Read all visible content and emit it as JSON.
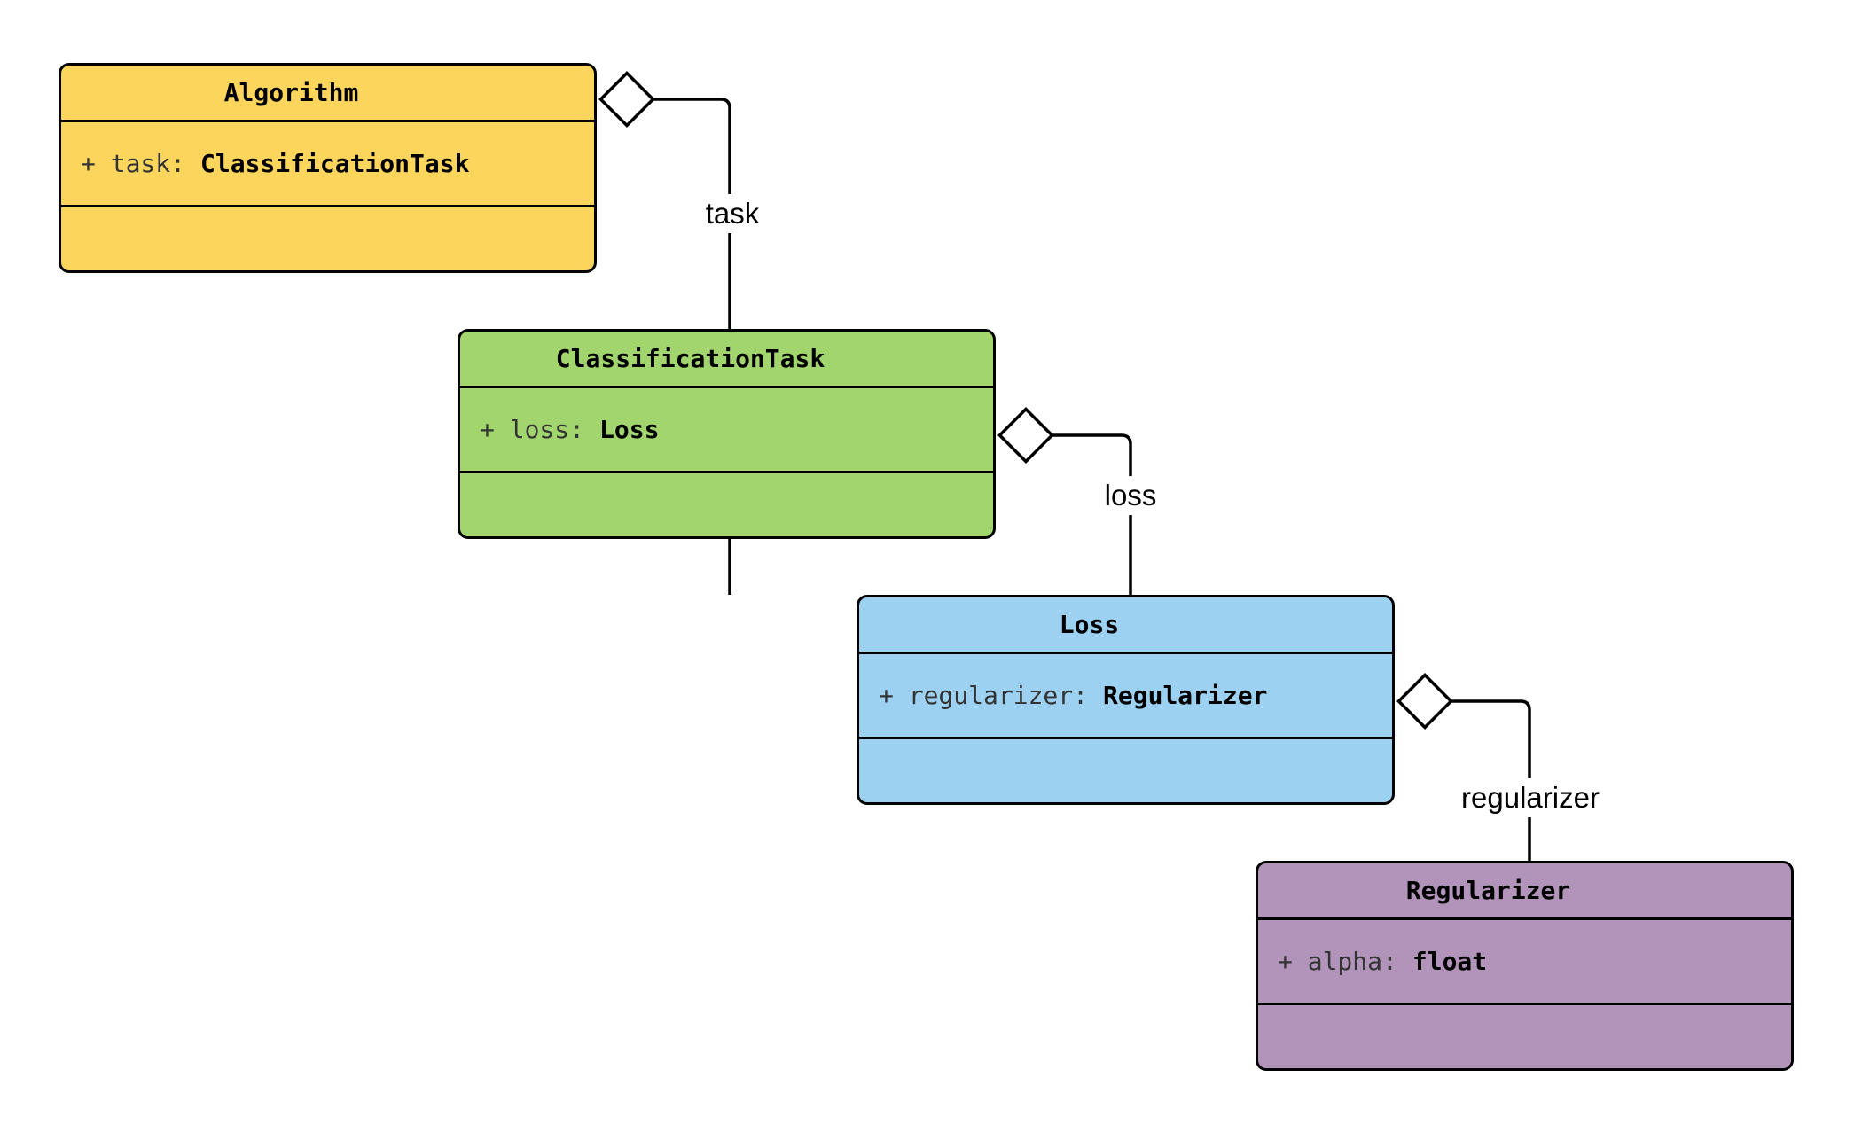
{
  "diagram": {
    "type": "uml-class-diagram",
    "background": "#ffffff",
    "classes": [
      {
        "name": "Algorithm",
        "fill": "#FCD55D",
        "attributes": [
          {
            "label": "+ task:",
            "type": "ClassificationTask"
          }
        ],
        "methods": []
      },
      {
        "name": "ClassificationTask",
        "fill": "#A3D56E",
        "attributes": [
          {
            "label": "+ loss:",
            "type": "Loss"
          }
        ],
        "methods": []
      },
      {
        "name": "Loss",
        "fill": "#9CD1F1",
        "attributes": [
          {
            "label": "+ regularizer:",
            "type": "Regularizer"
          }
        ],
        "methods": []
      },
      {
        "name": "Regularizer",
        "fill": "#B293B9",
        "attributes": [
          {
            "label": "+ alpha:",
            "type": "float"
          }
        ],
        "methods": []
      }
    ],
    "relations": [
      {
        "kind": "aggregation",
        "from": "Algorithm",
        "to": "ClassificationTask",
        "label": "task"
      },
      {
        "kind": "aggregation",
        "from": "ClassificationTask",
        "to": "Loss",
        "label": "loss"
      },
      {
        "kind": "aggregation",
        "from": "Loss",
        "to": "Regularizer",
        "label": "regularizer"
      }
    ],
    "colors": {
      "border": "#000000",
      "line": "#000000",
      "diamond_fill": "#ffffff",
      "label_text": "#000000",
      "attr_name_text": "#333333",
      "attr_type_text": "#000000"
    }
  }
}
